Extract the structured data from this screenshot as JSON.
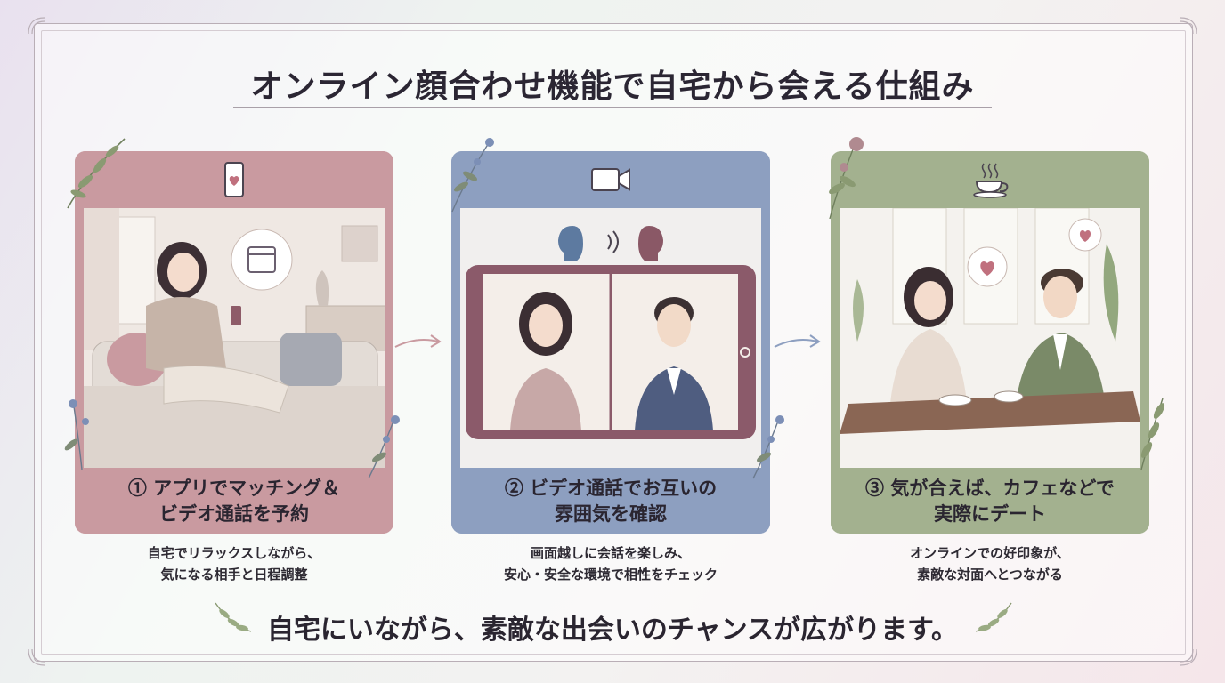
{
  "title": "オンライン顔合わせ機能で自宅から会える仕組み",
  "steps": [
    {
      "caption_line1": "① アプリでマッチング＆",
      "caption_line2": "ビデオ通話を予約",
      "desc_line1": "自宅でリラックスしながら、",
      "desc_line2": "気になる相手と日程調整",
      "icon": "smartphone-heart-icon",
      "color": "#c99aa0"
    },
    {
      "caption_line1": "② ビデオ通話でお互いの",
      "caption_line2": "雰囲気を確認",
      "desc_line1": "画面越しに会話を楽しみ、",
      "desc_line2": "安心・安全な環境で相性をチェック",
      "icon": "video-camera-icon",
      "color": "#8d9fc0"
    },
    {
      "caption_line1": "③ 気が合えば、カフェなどで",
      "caption_line2": "実際にデート",
      "desc_line1": "オンラインでの好印象が、",
      "desc_line2": "素敵な対面へとつながる",
      "icon": "coffee-cup-icon",
      "color": "#a3b18f"
    }
  ],
  "footer": "自宅にいながら、素敵な出会いのチャンスが広がります。"
}
